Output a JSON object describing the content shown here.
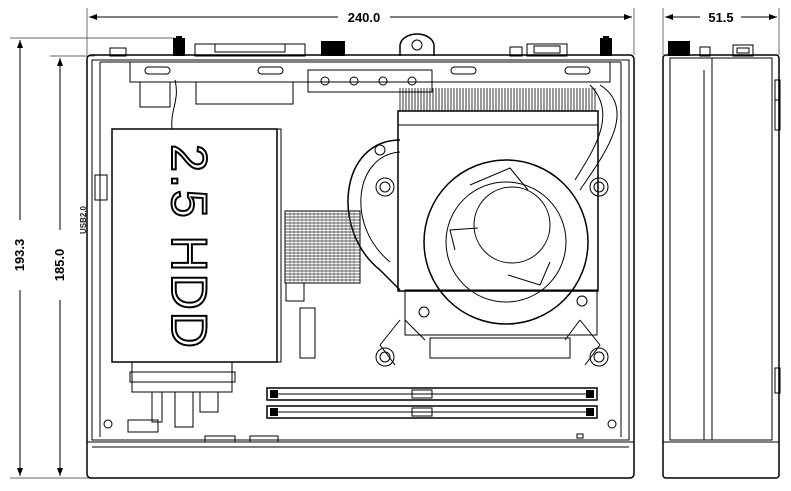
{
  "dimensions": {
    "width_top": "240.0",
    "width_side": "51.5",
    "height_outer": "193.3",
    "height_inner": "185.0"
  },
  "labels": {
    "hdd": "2.5 HDD",
    "usb": "USB2.0"
  }
}
